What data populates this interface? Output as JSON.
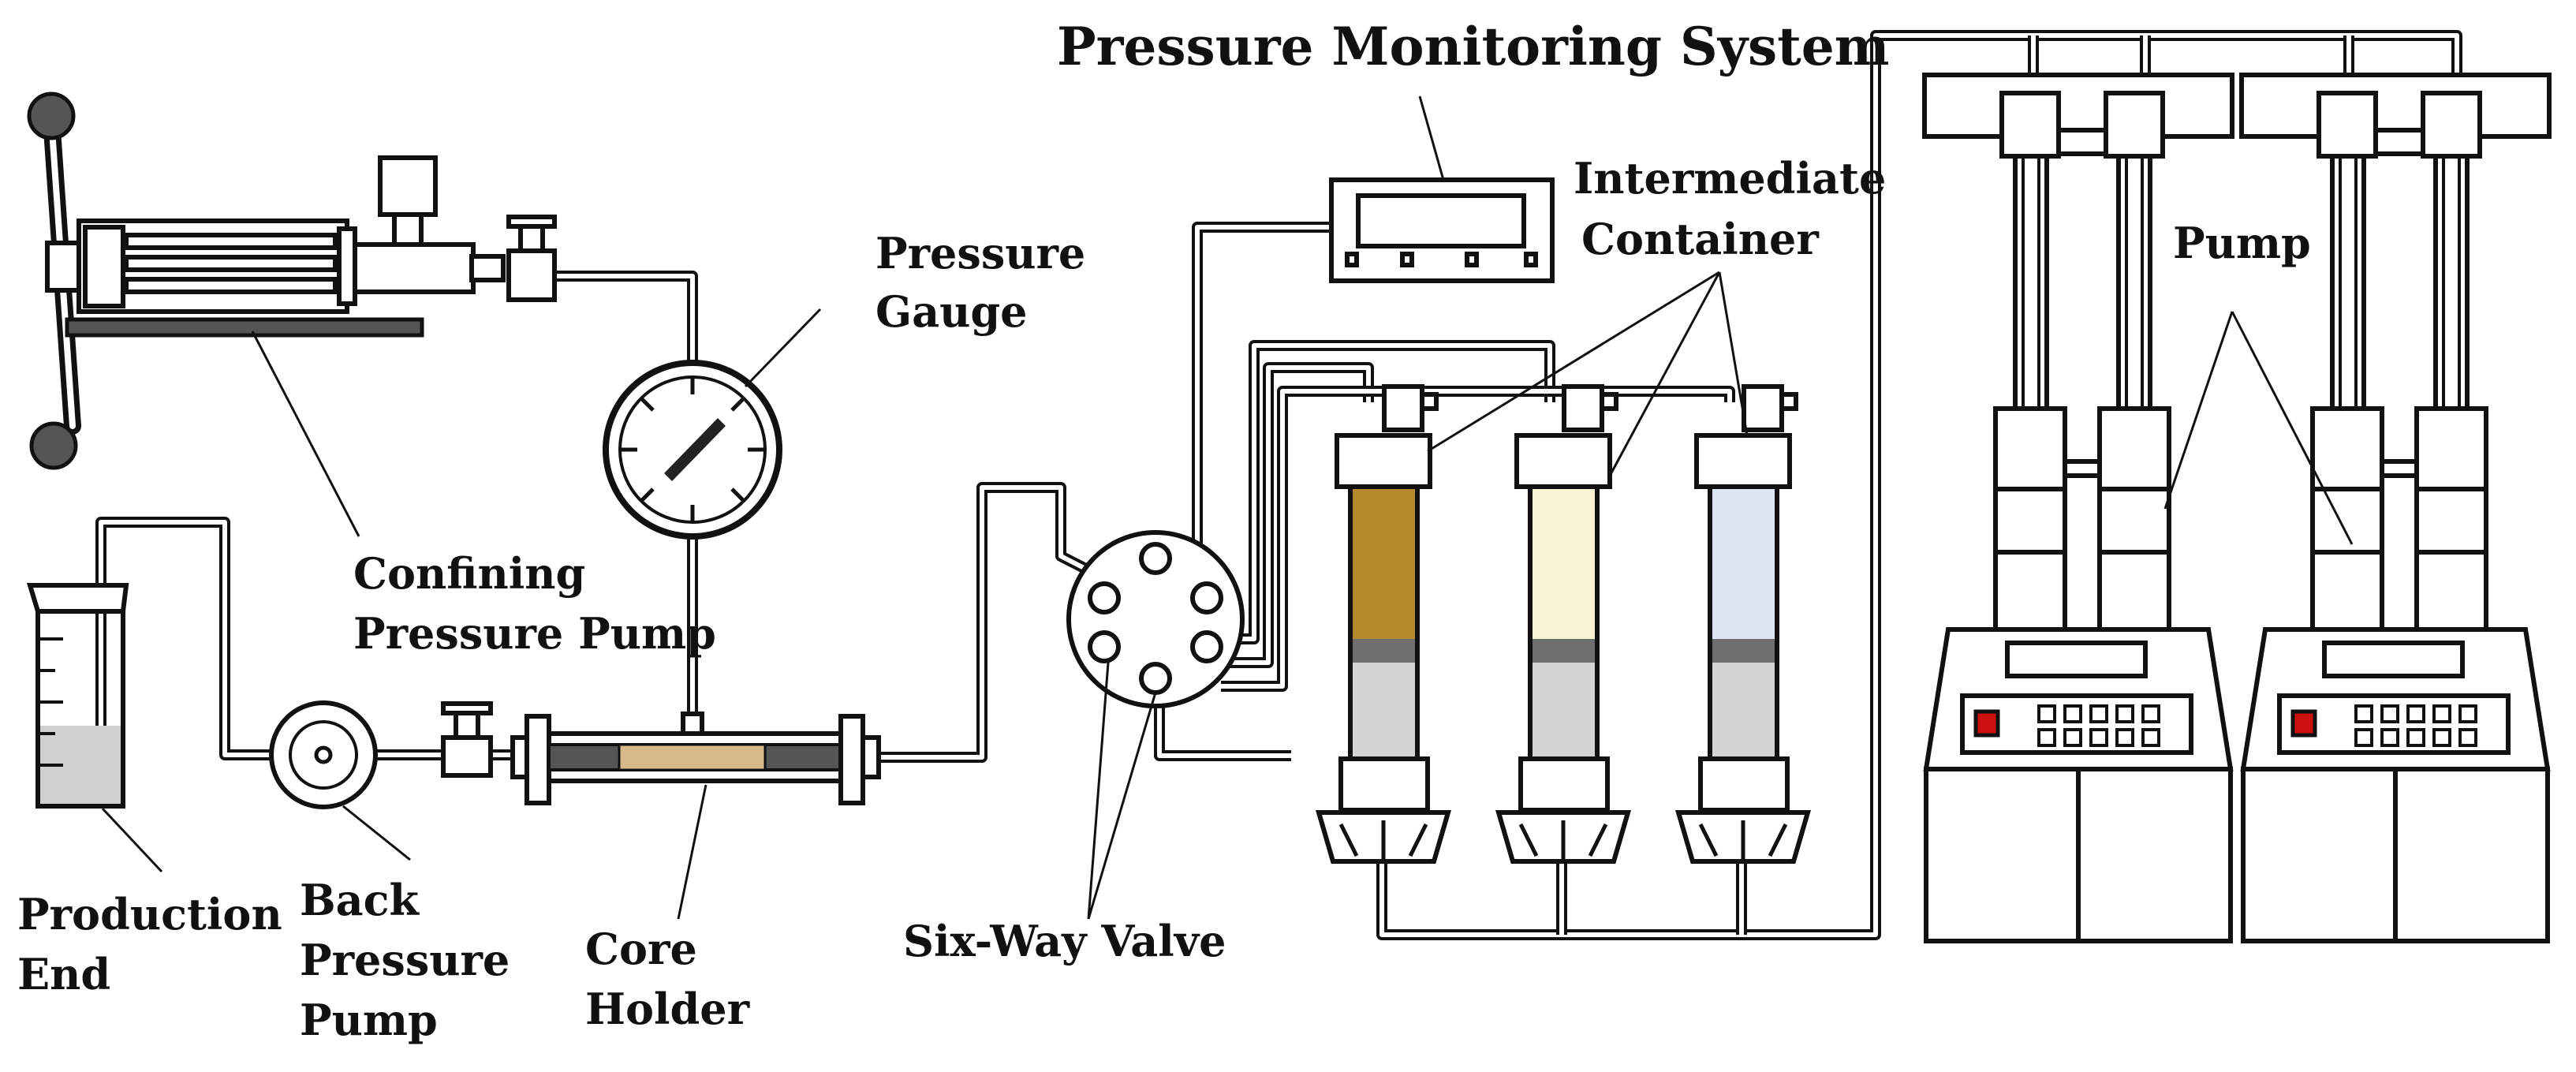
{
  "diagram": {
    "labels": {
      "pressure_monitoring_system": "Pressure Monitoring System",
      "intermediate_container_line1": "Intermediate",
      "intermediate_container_line2": "Container",
      "pressure_gauge_line1": "Pressure",
      "pressure_gauge_line2": "Gauge",
      "confining_pump_line1": "Confining",
      "confining_pump_line2": "Pressure Pump",
      "pump": "Pump",
      "production_end_line1": "Production",
      "production_end_line2": "End",
      "back_pressure_pump_line1": "Back",
      "back_pressure_pump_line2": "Pressure",
      "back_pressure_pump_line3": "Pump",
      "core_holder_line1": "Core",
      "core_holder_line2": "Holder",
      "six_way_valve": "Six-Way Valve"
    },
    "colors": {
      "container_fluid_1": "#b5892e",
      "container_fluid_2": "#fbf3d6",
      "container_fluid_3": "#dde6f2",
      "core_sample": "#d8b98a",
      "piston": "#6f6f6f",
      "container_lower": "#d4d4d4",
      "indicator": "#cc1111"
    }
  }
}
